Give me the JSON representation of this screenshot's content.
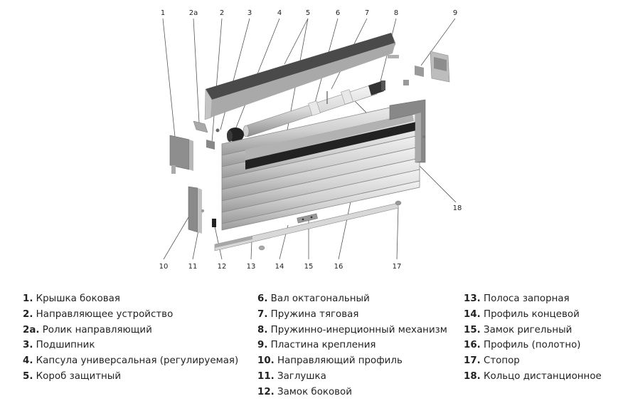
{
  "diagram": {
    "callouts": [
      "1",
      "2а",
      "2",
      "3",
      "4",
      "5",
      "6",
      "7",
      "8",
      "9",
      "10",
      "11",
      "12",
      "13",
      "14",
      "15",
      "16",
      "17",
      "18"
    ]
  },
  "legend": {
    "columns": [
      [
        {
          "num": "1.",
          "text": "Крышка боковая"
        },
        {
          "num": "2.",
          "text": "Направляющее устройство"
        },
        {
          "num": "2а.",
          "text": "Ролик направляющий"
        },
        {
          "num": "3.",
          "text": "Подшипник"
        },
        {
          "num": "4.",
          "text": "Капсула универсальная (регулируемая)"
        },
        {
          "num": "5.",
          "text": "Короб защитный"
        }
      ],
      [
        {
          "num": "6.",
          "text": "Вал октагональный"
        },
        {
          "num": "7.",
          "text": "Пружина тяговая"
        },
        {
          "num": "8.",
          "text": "Пружинно-инерционный механизм"
        },
        {
          "num": "9.",
          "text": "Пластина крепления"
        },
        {
          "num": "10.",
          "text": "Направляющий профиль"
        },
        {
          "num": "11.",
          "text": "Заглушка"
        },
        {
          "num": "12.",
          "text": "Замок боковой"
        }
      ],
      [
        {
          "num": "13.",
          "text": "Полоса запорная"
        },
        {
          "num": "14.",
          "text": "Профиль концевой"
        },
        {
          "num": "15.",
          "text": "Замок ригельный"
        },
        {
          "num": "16.",
          "text": "Профиль (полотно)"
        },
        {
          "num": "17.",
          "text": "Стопор"
        },
        {
          "num": "18.",
          "text": "Кольцо дистанционное"
        }
      ]
    ]
  }
}
